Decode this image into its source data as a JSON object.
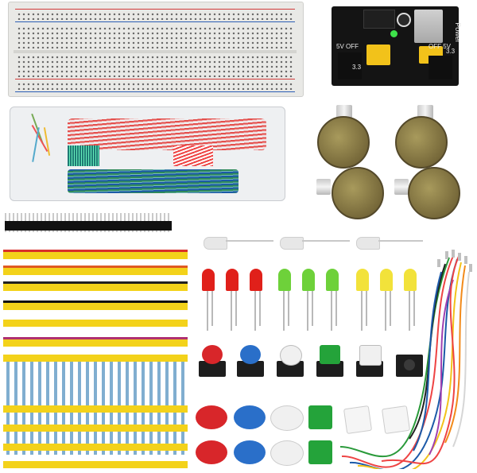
{
  "image": {
    "subject": "electronics starter kit components",
    "psu_labels": {
      "power": "Power",
      "off_left": "5V OFF",
      "off_right": "OFF 5V",
      "v33_left": "3.3",
      "v33_right": "3.3"
    },
    "colors": {
      "led_red": "#e0201a",
      "led_green": "#6ed13a",
      "led_yellow": "#f2e23a",
      "button_red": "#d8262a",
      "button_blue": "#2a6fc9",
      "button_white": "#f0f0f0",
      "button_green": "#24a33a",
      "breadboard": "#e9e9e6",
      "psu_board": "#141414",
      "tape_yellow": "#f3d21a",
      "wire_red": "#e44",
      "wire_blue": "#1c5aa8"
    },
    "icons": [
      "breadboard",
      "power-supply-module",
      "potentiometer",
      "led",
      "tact-switch",
      "button-cap",
      "jumper-wire",
      "resistor",
      "pin-header"
    ]
  }
}
